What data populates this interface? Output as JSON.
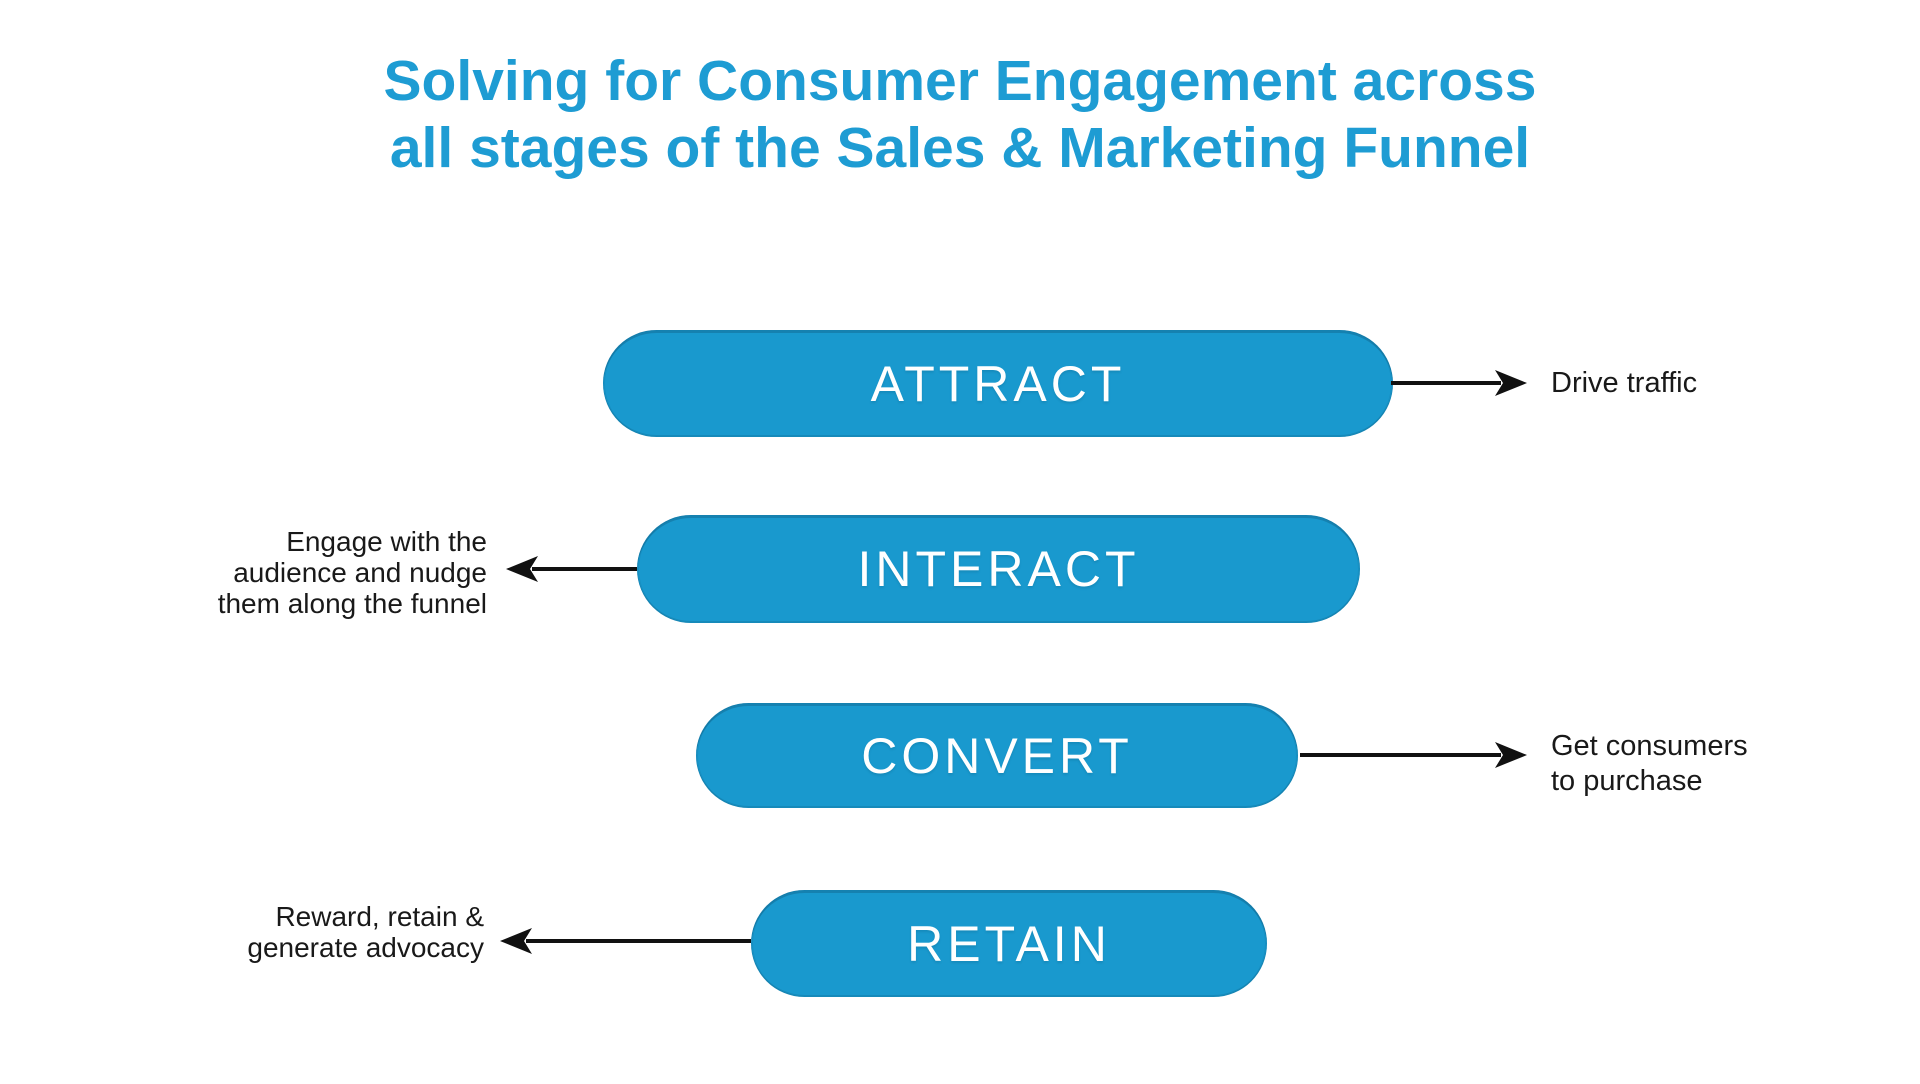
{
  "title": {
    "line1": "Solving for Consumer Engagement across",
    "line2": "all stages of the Sales & Marketing Funnel"
  },
  "colors": {
    "title_blue": "#1E9CD3",
    "pill_blue": "#1999CE",
    "pill_label_white": "#FFFFFF",
    "arrow_black": "#111111",
    "annotation_text": "#191919",
    "background": "#FFFFFF"
  },
  "funnel": {
    "stages": [
      {
        "label": "ATTRACT",
        "annotation_side": "right",
        "annotation_lines": [
          "Drive traffic"
        ]
      },
      {
        "label": "INTERACT",
        "annotation_side": "left",
        "annotation_lines": [
          "Engage with the",
          "audience and nudge",
          "them along the funnel"
        ]
      },
      {
        "label": "CONVERT",
        "annotation_side": "right",
        "annotation_lines": [
          "Get consumers",
          "to purchase"
        ]
      },
      {
        "label": "RETAIN",
        "annotation_side": "left",
        "annotation_lines": [
          "Reward, retain &",
          "generate advocacy"
        ]
      }
    ]
  }
}
